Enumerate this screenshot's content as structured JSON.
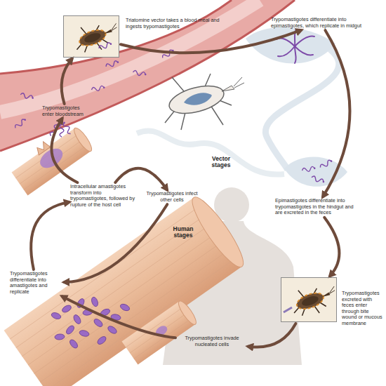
{
  "diagram": {
    "nodes": [
      {
        "text": [
          "Triatomine vector takes a blood meal and ingests trypomastigotes"
        ]
      },
      {
        "text": [
          "Trypomastigotes differentiate into epimastigotes, which replicate in midgut"
        ]
      },
      {
        "text": [
          "Epimastigotes differentiate into trypomastigotes in the hindgut and are excreted in the feces"
        ]
      },
      {
        "text": [
          "Trypomastigotes excreted with feces enter through bite wound or mucous membrane"
        ]
      },
      {
        "text": [
          "Trypomastigotes invade nucleated cells"
        ]
      },
      {
        "text": [
          "Trypomastigotes differentiate into amastigotes and replicate"
        ]
      },
      {
        "text": [
          "Intracellular amastigotes transform into trypomastigotes, followed by rupture of the host cell"
        ]
      },
      {
        "text": [
          "Trypomastigotes infect other cells"
        ]
      },
      {
        "text": [
          "Trypomastigotes enter bloodstream"
        ]
      }
    ],
    "edges": [
      {
        "from": 0,
        "to": 1,
        "arrow": "to"
      },
      {
        "from": 1,
        "to": 2,
        "arrow": "to"
      },
      {
        "from": 2,
        "to": 3,
        "arrow": "to"
      },
      {
        "from": 3,
        "to": 4,
        "arrow": "to"
      },
      {
        "from": 4,
        "to": 5,
        "arrow": "to"
      },
      {
        "from": 5,
        "to": 6,
        "arrow": "to"
      },
      {
        "from": 6,
        "to": 8,
        "arrow": "to"
      },
      {
        "from": 8,
        "to": 0,
        "arrow": "to"
      },
      {
        "from": 6,
        "to": 7,
        "arrow": "to"
      },
      {
        "from": 7,
        "to": 5,
        "arrow": "to"
      }
    ],
    "labels": [
      "Vector stages",
      "Human stages"
    ]
  }
}
